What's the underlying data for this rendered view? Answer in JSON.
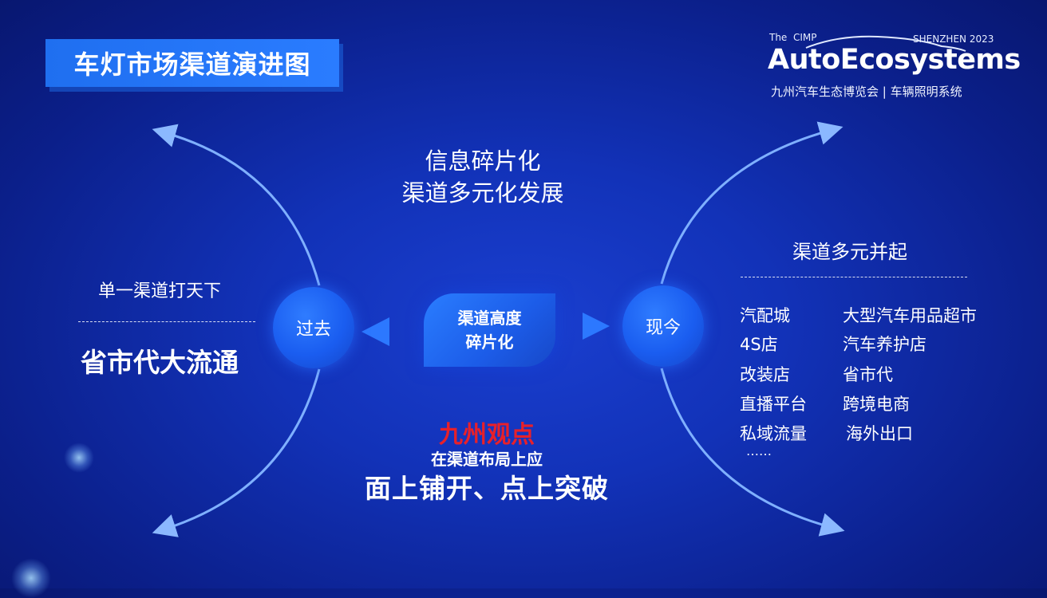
{
  "title": "车灯市场渠道演进图",
  "logo": {
    "prefix": "The  CIMP",
    "city": "SHENZHEN 2023",
    "brand": "AutoEcosystems",
    "subtitle": "九州汽车生态博览会 | 车辆照明系统"
  },
  "center": {
    "top_line1": "信息碎片化",
    "top_line2": "渠道多元化发展",
    "pill_line1": "渠道高度",
    "pill_line2": "碎片化"
  },
  "past": {
    "label": "过去",
    "subtitle": "单一渠道打天下",
    "main": "省市代大流通"
  },
  "present": {
    "label": "现今",
    "heading": "渠道多元并起",
    "items": [
      "汽配城",
      "大型汽车用品超市",
      "4S店",
      "汽车养护店",
      "改装店",
      "省市代",
      "直播平台",
      "跨境电商",
      "私域流量",
      "海外出口"
    ],
    "ellipsis": "……"
  },
  "viewpoint": {
    "title": "九州观点",
    "line1": "在渠道布局上应",
    "line2": "面上铺开、点上突破"
  },
  "colors": {
    "accent_red": "#e8202a",
    "title_blue": "#2a7cff",
    "arc": "#7fb0ff"
  }
}
